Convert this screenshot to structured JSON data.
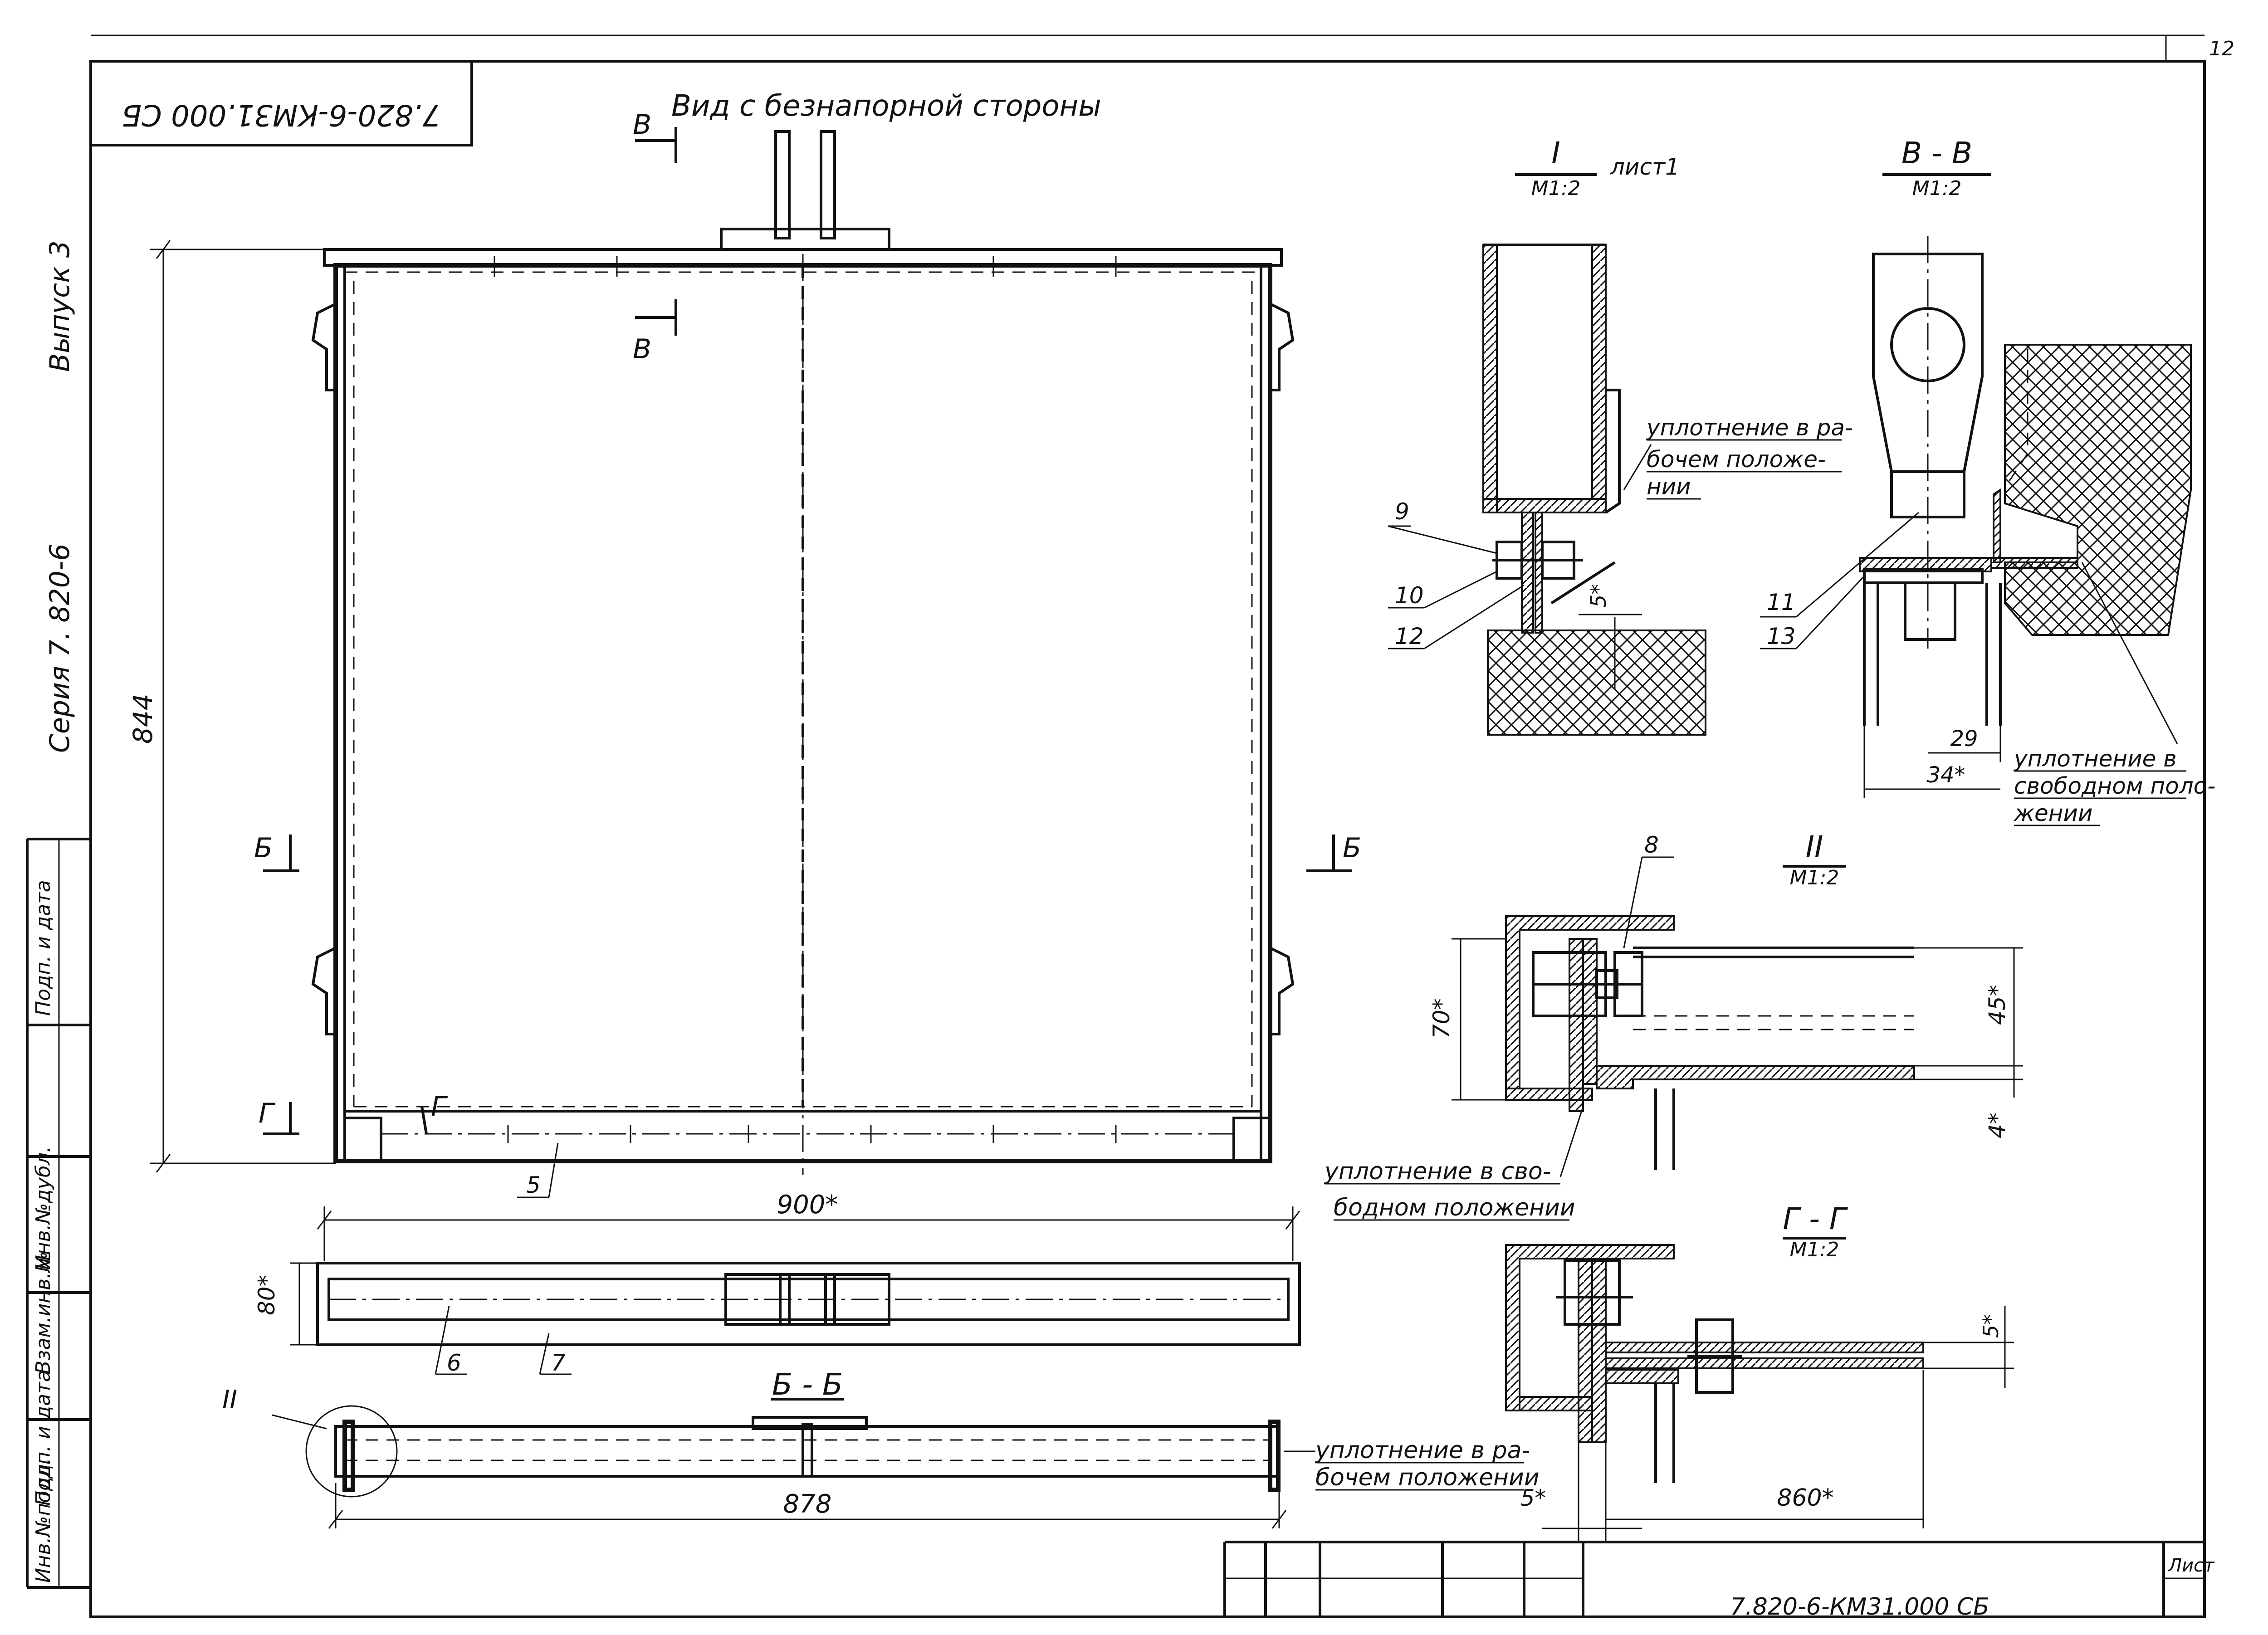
{
  "sheet_number": "12",
  "code_stamp": "7.820-6-КМ31.000 СБ",
  "view_title": "Вид с безнапорной стороны",
  "side_labels": {
    "series": "Серия 7. 820-6",
    "issue": "Выпуск 3"
  },
  "section_marks": {
    "v": "В",
    "b": "Б",
    "g": "Г"
  },
  "dimensions": {
    "height": "844",
    "width_top": "900*",
    "width_bottom": "878",
    "d80": "80*",
    "d70": "70*",
    "d45": "45*",
    "d4": "4*",
    "d5a": "5*",
    "d5b": "5*",
    "d5c": "5*",
    "d29": "29",
    "d34": "34*",
    "d860": "860*"
  },
  "details": {
    "detail1": {
      "numeral": "I",
      "scale": "М1:2",
      "ref": "лист1"
    },
    "detail2": {
      "numeral": "II",
      "scale": "М1:2"
    },
    "sectionVV": {
      "title": "В - В",
      "scale": "М1:2"
    },
    "sectionGG": {
      "title": "Г - Г",
      "scale": "М1:2"
    },
    "sectionBB": {
      "title": "Б - Б"
    },
    "callout_numeral": "II"
  },
  "positions": [
    "5",
    "6",
    "7",
    "8",
    "9",
    "10",
    "11",
    "12",
    "13"
  ],
  "notes": {
    "seal_working_1": [
      "уплотнение в ра-",
      "бочем положе-",
      "нии"
    ],
    "seal_free_1": [
      "уплотнение в",
      "свободном поло-",
      "жении"
    ],
    "seal_free_2": [
      "уплотнение в сво-",
      "бодном положении"
    ],
    "seal_working_2": [
      "уплотнение в ра-",
      "бочем положении"
    ]
  },
  "title_block": {
    "sheet_label": "Лист",
    "code": "7.820-6-КМ31.000 СБ"
  },
  "stamp_columns": [
    "Инв.№подл.",
    "Подп. и дата",
    "Взам.инв.№",
    "Инв.№дубл.",
    "Подп. и дата"
  ]
}
